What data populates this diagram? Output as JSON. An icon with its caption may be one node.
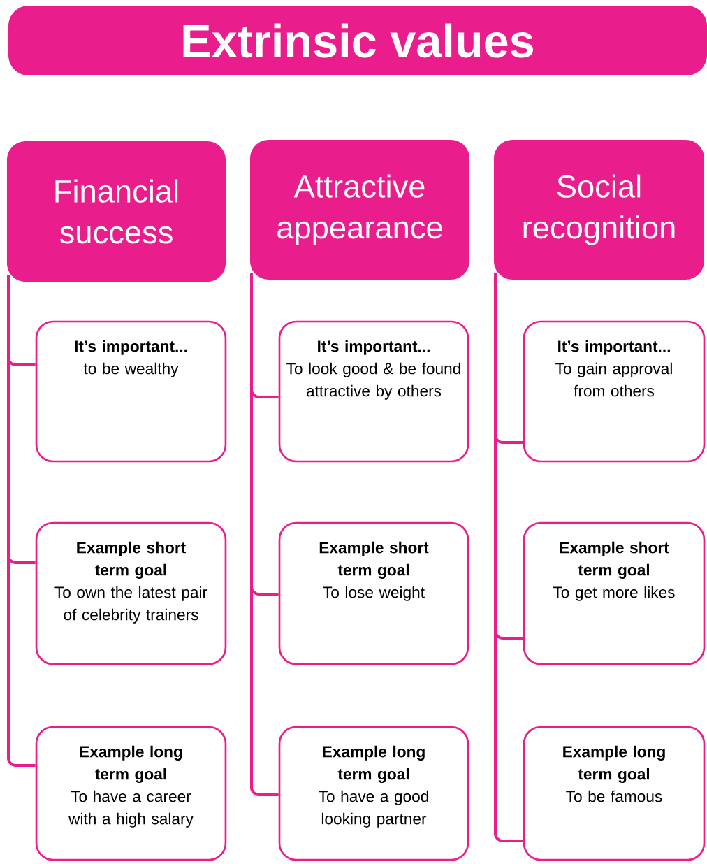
{
  "diagram": {
    "title": "Extrinsic values",
    "nodes": [
      {
        "text": [
          "Financial success"
        ]
      },
      {
        "text": [
          "Attractive appearance"
        ]
      },
      {
        "text": [
          "Social recognition"
        ]
      },
      {
        "text": [
          "It’s important...",
          "to be wealthy"
        ]
      },
      {
        "text": [
          "It’s important...",
          "To look good & be found attractive by others"
        ]
      },
      {
        "text": [
          "It’s important...",
          "To gain approval from others"
        ]
      },
      {
        "text": [
          "Example short term goal",
          "To own the latest pair of celebrity trainers"
        ]
      },
      {
        "text": [
          "Example short term goal",
          "To lose weight"
        ]
      },
      {
        "text": [
          "Example short term goal",
          "To get more likes"
        ]
      },
      {
        "text": [
          "Example long term goal",
          "To have a career with a high salary"
        ]
      },
      {
        "text": [
          "Example long term goal",
          "To have a good looking partner"
        ]
      },
      {
        "text": [
          "Example long term goal",
          "To be famous"
        ]
      }
    ],
    "edges": [
      {
        "from": 0,
        "to": 3,
        "arrow": "none"
      },
      {
        "from": 0,
        "to": 6,
        "arrow": "none"
      },
      {
        "from": 0,
        "to": 9,
        "arrow": "none"
      },
      {
        "from": 1,
        "to": 4,
        "arrow": "none"
      },
      {
        "from": 1,
        "to": 7,
        "arrow": "none"
      },
      {
        "from": 1,
        "to": 10,
        "arrow": "none"
      },
      {
        "from": 2,
        "to": 5,
        "arrow": "none"
      },
      {
        "from": 2,
        "to": 8,
        "arrow": "none"
      },
      {
        "from": 2,
        "to": 11,
        "arrow": "none"
      }
    ]
  }
}
